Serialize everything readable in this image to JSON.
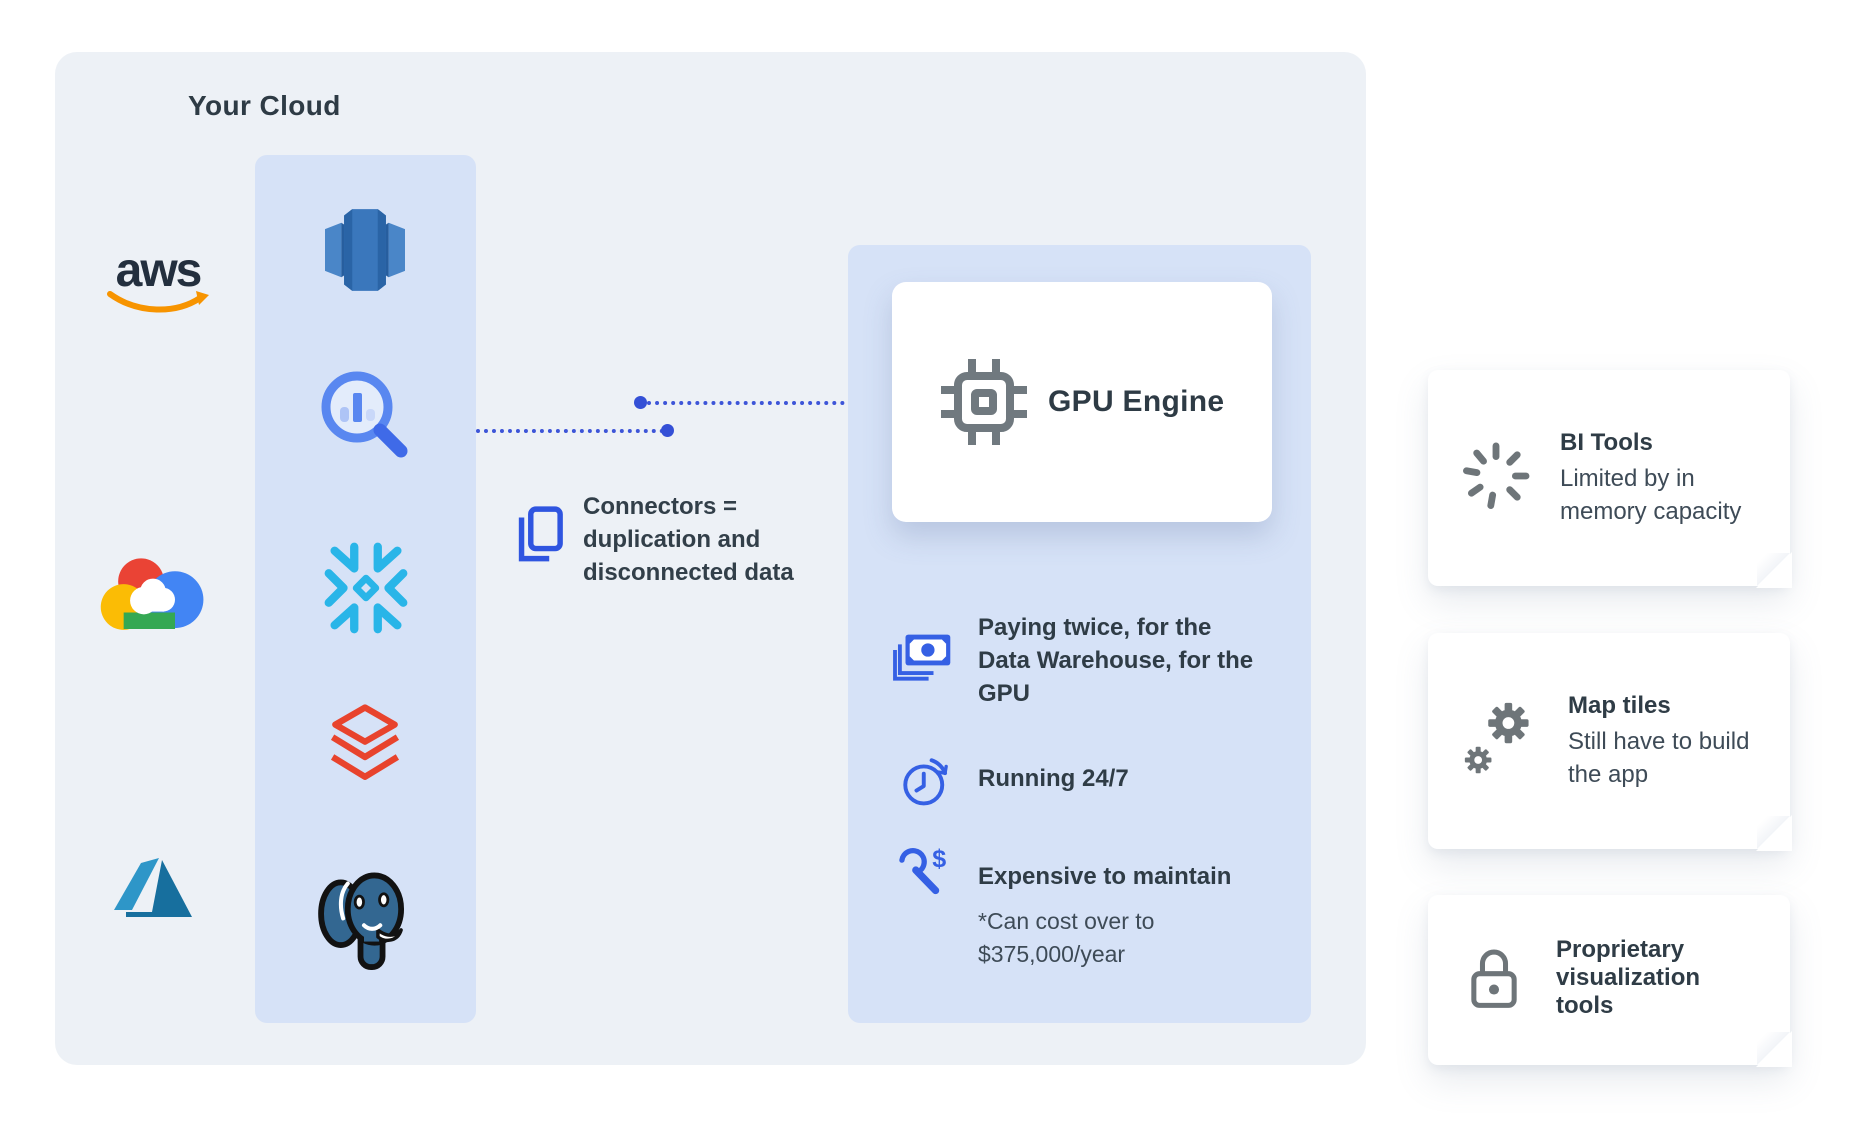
{
  "cloud": {
    "title": "Your Cloud",
    "container_color": "#edf1f6",
    "column_color": "#d6e2f7",
    "providers": [
      {
        "id": "aws",
        "label": "aws",
        "icon": "aws-logo"
      },
      {
        "id": "google-cloud",
        "icon": "google-cloud-logo"
      },
      {
        "id": "azure",
        "icon": "azure-logo"
      }
    ],
    "data_tools": [
      {
        "id": "redshift",
        "icon": "redshift-icon"
      },
      {
        "id": "analytics-search",
        "icon": "search-chart-icon"
      },
      {
        "id": "snowflake",
        "icon": "snowflake-icon"
      },
      {
        "id": "databricks",
        "icon": "databricks-icon"
      },
      {
        "id": "postgresql",
        "icon": "postgresql-icon"
      }
    ]
  },
  "connector_note": {
    "icon": "copy-icon",
    "text": "Connectors = duplication and disconnected data"
  },
  "gpu_panel": {
    "panel_color": "#d6e2f7",
    "engine": {
      "icon": "chip-icon",
      "label": "GPU Engine"
    },
    "points": [
      {
        "icon": "money-icon",
        "text": "Paying twice, for the Data Warehouse, for the GPU"
      },
      {
        "icon": "clock-icon",
        "text": "Running 24/7"
      },
      {
        "icon": "wrench-dollar-icon",
        "text": "Expensive to maintain",
        "note": "*Can cost over to $375,000/year"
      }
    ]
  },
  "side_notes": [
    {
      "icon": "spinner-icon",
      "title": "BI Tools",
      "text": "Limited by in memory capacity"
    },
    {
      "icon": "gears-icon",
      "title": "Map tiles",
      "text": "Still have to build the app"
    },
    {
      "icon": "lock-icon",
      "title": "Proprietary visualization tools"
    }
  ],
  "colors": {
    "accent_blue": "#3560e4",
    "dotted_line": "#3d55d8",
    "dark_text": "#2e3b45",
    "body_text": "#3e4b57",
    "gray_icon": "#6e7579",
    "snowflake_blue": "#29b5e8",
    "databricks_red": "#e8432d",
    "postgres_blue": "#336791",
    "aws_orange": "#f79400"
  }
}
